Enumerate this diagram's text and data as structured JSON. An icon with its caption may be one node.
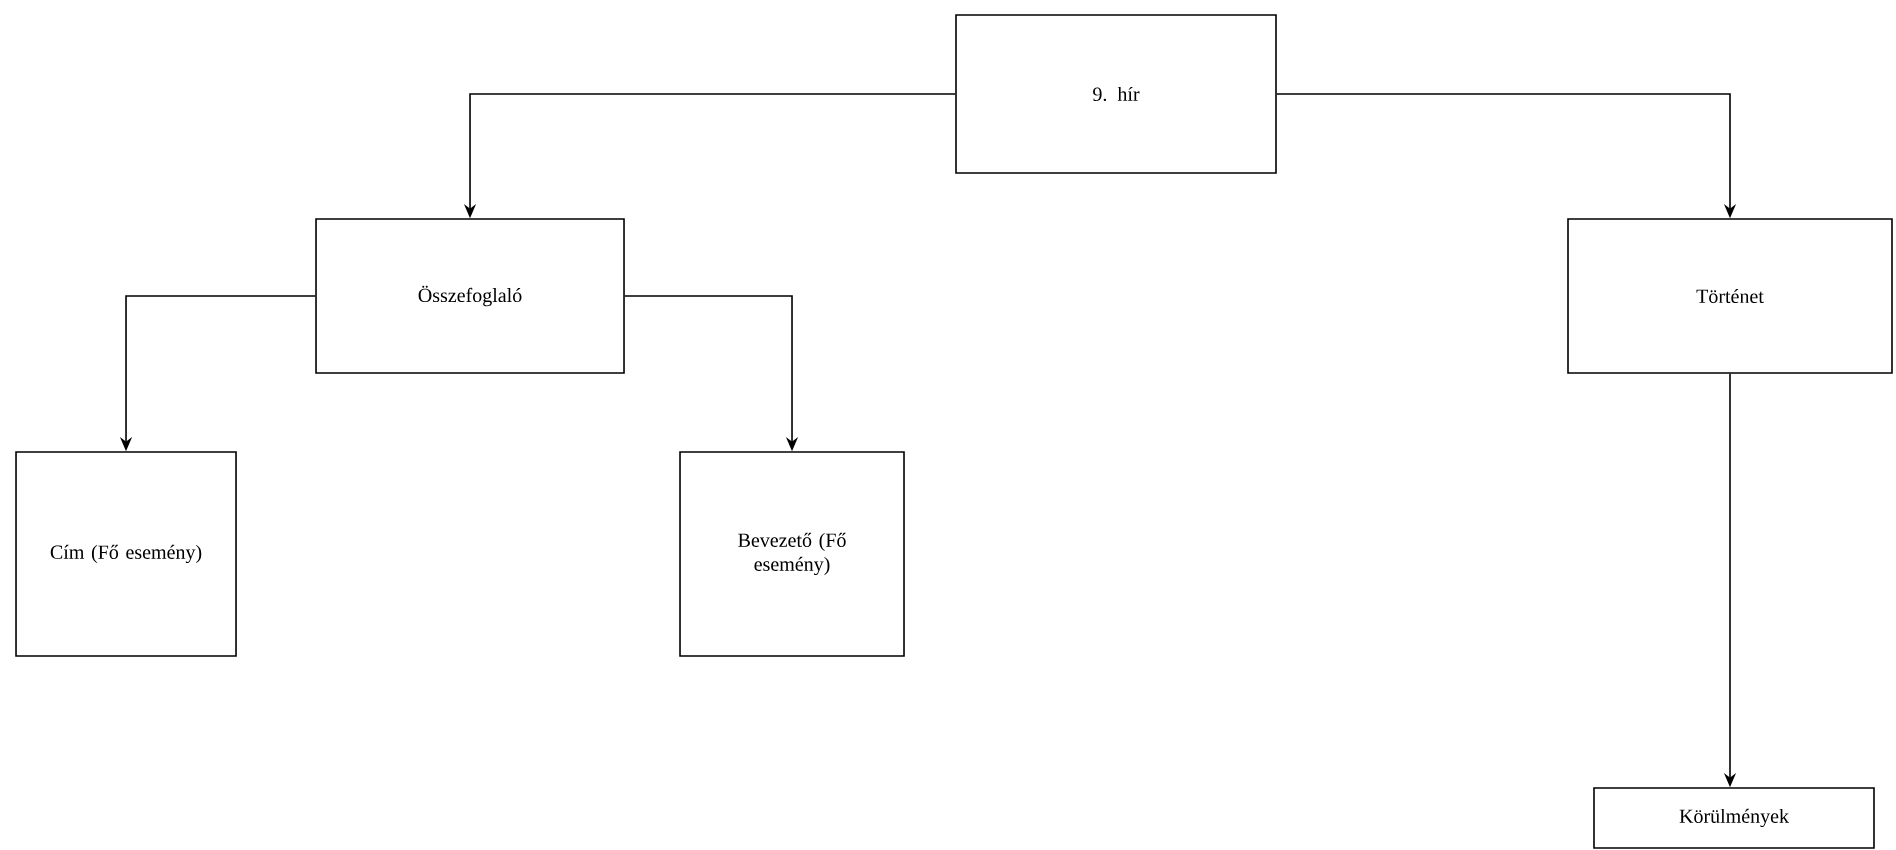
{
  "diagram": {
    "nodes": [
      {
        "text": [
          "9. hír"
        ]
      },
      {
        "text": [
          "Összefoglaló"
        ]
      },
      {
        "text": [
          "Történet"
        ]
      },
      {
        "text": [
          "Cím (Fő esemény)"
        ]
      },
      {
        "text": [
          "Bevezető (Fő esemény)"
        ]
      },
      {
        "text": [
          "Körülmények"
        ]
      }
    ],
    "edges": [
      {
        "from": 0,
        "to": 1,
        "arrow": "to"
      },
      {
        "from": 0,
        "to": 2,
        "arrow": "to"
      },
      {
        "from": 1,
        "to": 3,
        "arrow": "to"
      },
      {
        "from": 1,
        "to": 4,
        "arrow": "to"
      },
      {
        "from": 2,
        "to": 5,
        "arrow": "to"
      }
    ]
  }
}
